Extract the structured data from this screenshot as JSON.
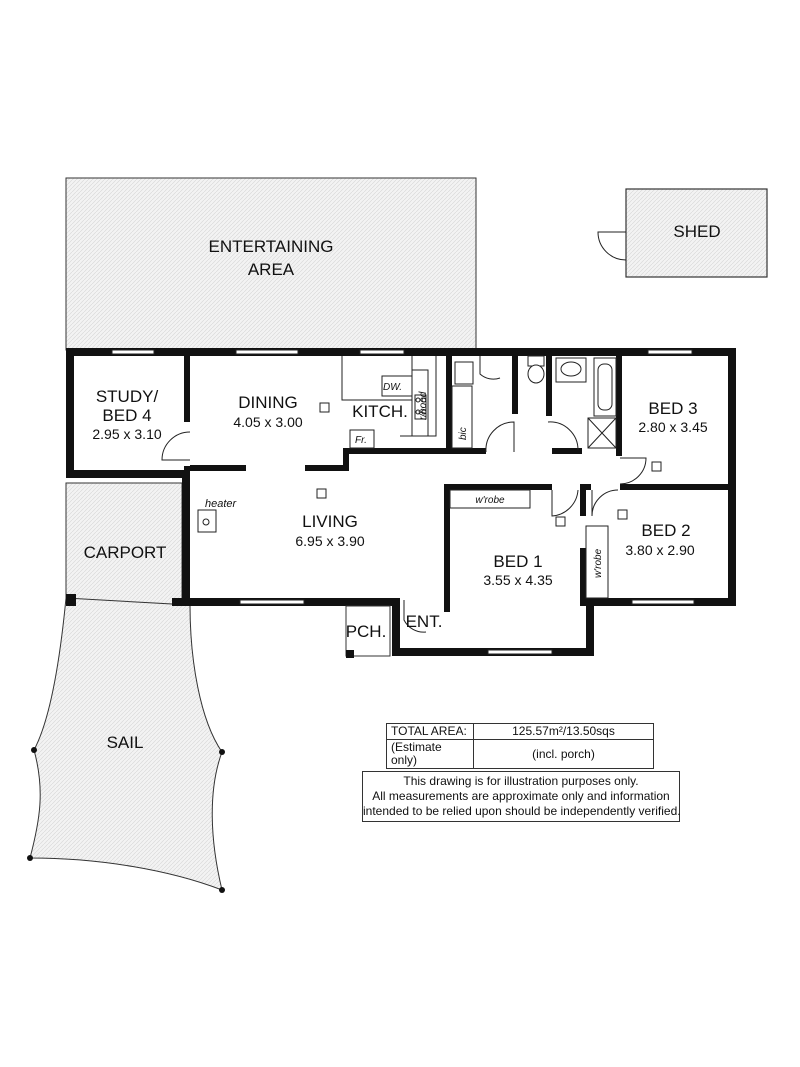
{
  "rooms": {
    "entertaining": {
      "line1": "ENTERTAINING",
      "line2": "AREA"
    },
    "shed": {
      "name": "SHED"
    },
    "study": {
      "line1": "STUDY/",
      "line2": "BED 4",
      "dims": "2.95 x 3.10"
    },
    "dining": {
      "name": "DINING",
      "dims": "4.05 x 3.00"
    },
    "kitchen": {
      "name": "KITCH.",
      "dw": "DW.",
      "rhood": "r/hood",
      "fr": "Fr.",
      "bic": "bic"
    },
    "bed3": {
      "name": "BED 3",
      "dims": "2.80 x 3.45"
    },
    "living": {
      "name": "LIVING",
      "dims": "6.95 x 3.90",
      "heater": "heater"
    },
    "bed1": {
      "name": "BED 1",
      "dims": "3.55 x 4.35",
      "wrobe": "w'robe"
    },
    "bed2": {
      "name": "BED 2",
      "dims": "3.80 x 2.90",
      "wrobe": "w'robe"
    },
    "carport": {
      "name": "CARPORT"
    },
    "sail": {
      "name": "SAIL"
    },
    "porch": {
      "name": "PCH."
    },
    "entry": {
      "name": "ENT."
    }
  },
  "area_table": {
    "total_label": "TOTAL AREA:",
    "total_value": "125.57m²/13.50sqs",
    "estimate_label": "(Estimate only)",
    "porch_note": "(incl. porch)"
  },
  "disclaimer": {
    "line1": "This drawing is for illustration purposes only.",
    "line2": "All measurements are approximate only and information",
    "line3": "intended to be relied upon should be independently verified."
  },
  "colors": {
    "wall": "#111111",
    "hatch": "#cfcfcf",
    "background": "#ffffff"
  }
}
